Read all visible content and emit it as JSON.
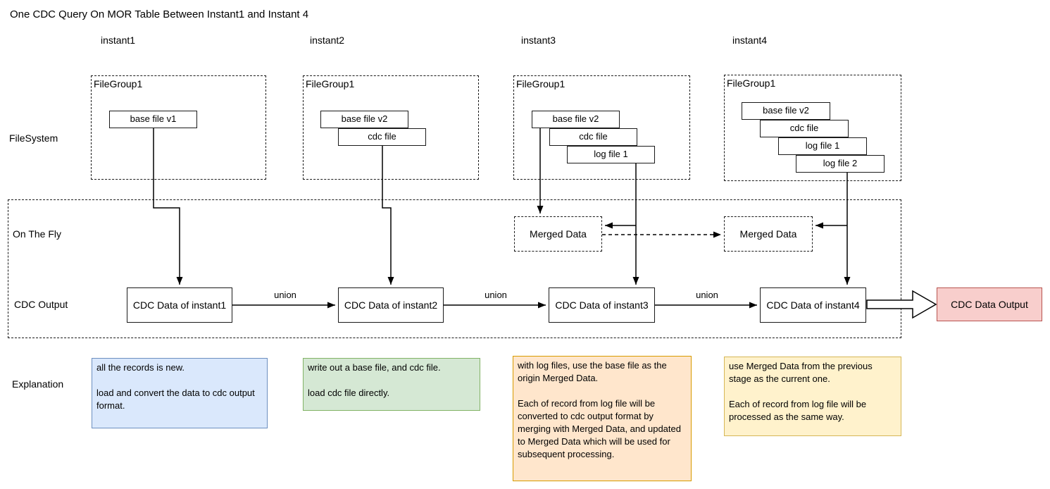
{
  "title": "One CDC Query On MOR Table Between Instant1 and Instant 4",
  "row_labels": {
    "filesystem": "FileSystem",
    "on_the_fly": "On The Fly",
    "cdc_output": "CDC Output",
    "explanation": "Explanation"
  },
  "instant_labels": [
    "instant1",
    "instant2",
    "instant3",
    "instant4"
  ],
  "filegroups": [
    {
      "label": "FileGroup1",
      "files": [
        "base file v1"
      ]
    },
    {
      "label": "FileGroup1",
      "files": [
        "base file v2",
        "cdc file"
      ]
    },
    {
      "label": "FileGroup1",
      "files": [
        "base file v2",
        "cdc file",
        "log file 1"
      ]
    },
    {
      "label": "FileGroup1",
      "files": [
        "base file v2",
        "cdc file",
        "log file 1",
        "log file 2"
      ]
    }
  ],
  "merged_data_labels": [
    "Merged Data",
    "Merged Data"
  ],
  "cdc_boxes": [
    "CDC Data of instant1",
    "CDC Data of instant2",
    "CDC Data of instant3",
    "CDC Data of instant4"
  ],
  "union_labels": [
    "union",
    "union",
    "union"
  ],
  "output_box": {
    "label": "CDC Data Output",
    "fill": "#f8cecc",
    "border": "#b85450"
  },
  "explanations": [
    {
      "text": "all the records is new.\n\nload and convert the data to cdc output format.",
      "fill": "#dae8fc",
      "border": "#6c8ebf"
    },
    {
      "text": "write out a base file, and cdc file.\n\nload cdc file directly.",
      "fill": "#d5e8d4",
      "border": "#82b366"
    },
    {
      "text": "with log files, use the base file as the origin Merged Data.\n\nEach of record from log file will be converted to cdc output format by merging with Merged Data, and updated to Merged Data which will be used for subsequent processing.",
      "fill": "#ffe6cc",
      "border": "#d79b00"
    },
    {
      "text": "use Merged Data from the previous stage as the current one.\n\nEach of record from log file will be processed as the same way.",
      "fill": "#fff2cc",
      "border": "#d6b656"
    }
  ]
}
